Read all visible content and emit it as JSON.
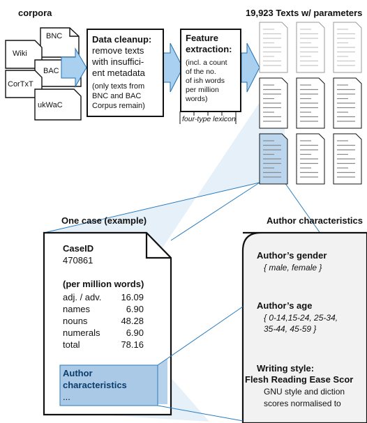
{
  "header": {
    "corpora_label": "corpora",
    "output_label": "19,923 Texts w/ parameters"
  },
  "sources": {
    "bnc": "BNC",
    "bac": "BAC",
    "wiki": "Wiki",
    "cortxt": "CorTxT",
    "ukwac": "ukWaC"
  },
  "cleanup": {
    "title_line1": "Data cleanup:",
    "body_lines": [
      "remove texts",
      "with insuffici-",
      "ent metadata"
    ],
    "note_lines": [
      "(only texts from",
      "BNC and BAC",
      "Corpus remain)"
    ]
  },
  "feature": {
    "title_line1": "Feature",
    "title_line2": "extraction:",
    "body_lines": [
      "(incl. a count",
      "of the no.",
      "of ish words",
      "per million",
      "words)"
    ],
    "lexicon_label": "four-type lexicon"
  },
  "case": {
    "heading": "One case (example)",
    "id_label": "CaseID",
    "id_value": "470861",
    "per_million_label": "(per million words)",
    "rows": [
      {
        "label": "adj. / adv.",
        "value": "16.09"
      },
      {
        "label": "names",
        "value": "6.90"
      },
      {
        "label": "nouns",
        "value": "48.28"
      },
      {
        "label": "numerals",
        "value": "6.90"
      },
      {
        "label": "total",
        "value": "78.16"
      }
    ],
    "author_label_line1": "Author",
    "author_label_line2": "characteristics",
    "ellipsis": "..."
  },
  "author": {
    "heading": "Author characteristics",
    "gender_label": "Author’s gender",
    "gender_values": "{ male, female }",
    "age_label": "Author’s age",
    "age_values_line1": "{ 0-14,15-24, 25-34,",
    "age_values_line2": "35-44, 45-59 }",
    "style_label": "Writing style:",
    "flesh_label": "Flesh Reading Ease Scor",
    "gnu_line1": "GNU style and diction",
    "gnu_line2": "scores normalised to"
  },
  "colors": {
    "arrow_fill": "#a9d0ee",
    "arrow_stroke": "#1f6fb2",
    "highlight": "#a9c9e6",
    "line": "#2a7bbd",
    "text": "#111111"
  }
}
